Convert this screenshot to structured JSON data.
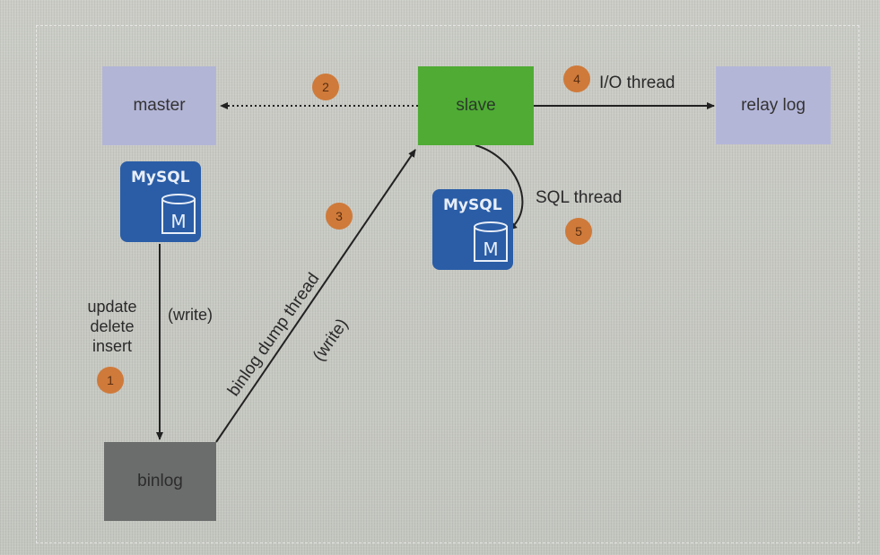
{
  "nodes": {
    "master": "master",
    "slave": "slave",
    "relay_log": "relay log",
    "binlog": "binlog"
  },
  "labels": {
    "update_lines": [
      "update",
      "delete",
      "insert"
    ],
    "write_vertical": "(write)",
    "binlog_dump_thread": "binlog dump thread",
    "write_diagonal": "(write)",
    "io_thread": "I/O thread",
    "sql_thread": "SQL thread"
  },
  "steps": [
    "1",
    "2",
    "3",
    "4",
    "5"
  ],
  "mysql_icons": {
    "wordmark": "MySQL",
    "letter": "M"
  },
  "colors": {
    "master_box": "#b3b5d6",
    "slave_box": "#4fab34",
    "relay_box": "#b4b6d8",
    "binlog_box": "#6b6d6c",
    "badge": "#cf7a3a",
    "mysql_icon": "#2a5da6"
  }
}
